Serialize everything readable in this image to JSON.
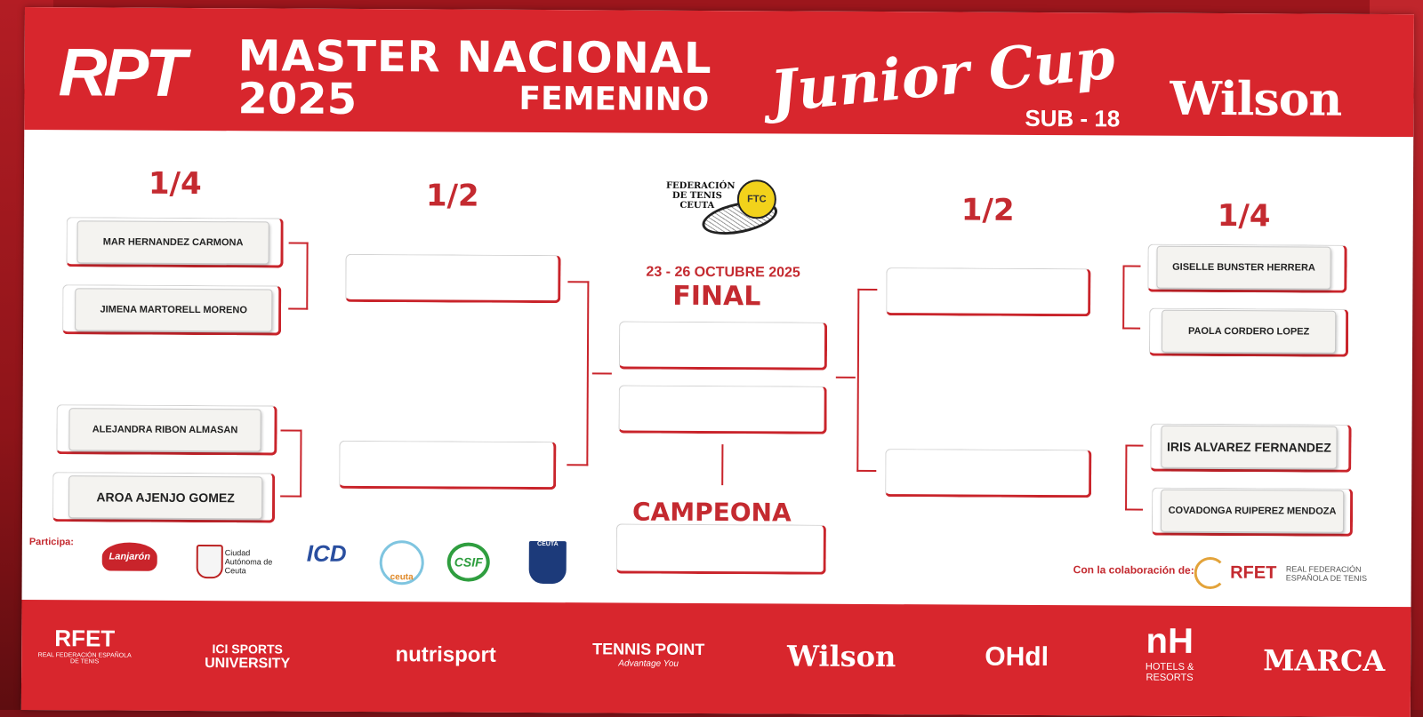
{
  "header": {
    "organizer_logo": "RPT",
    "title_line1": "MASTER NACIONAL",
    "title_year": "2025",
    "title_line2": "FEMENINO",
    "cup_name": "Junior Cup",
    "category": "SUB - 18",
    "sponsor": "Wilson"
  },
  "bracket": {
    "left_quarter_label": "1/4",
    "left_semi_label": "1/2",
    "right_semi_label": "1/2",
    "right_quarter_label": "1/4",
    "left_quarter_players": [
      "MAR HERNANDEZ CARMONA",
      "JIMENA MARTORELL MORENO",
      "ALEJANDRA RIBON ALMASAN",
      "AROA AJENJO GOMEZ"
    ],
    "right_quarter_players": [
      "GISELLE BUNSTER HERRERA",
      "PAOLA CORDERO LOPEZ",
      "IRIS ALVAREZ FERNANDEZ",
      "COVADONGA RUIPEREZ MENDOZA"
    ],
    "dates": "23 - 26  OCTUBRE 2025",
    "final_label": "FINAL",
    "champion_label": "CAMPEONA"
  },
  "federation": {
    "text": "FEDERACIÓN DE TENIS CEUTA",
    "badge": "FTC"
  },
  "participants": {
    "label": "Participa:",
    "logos": [
      "Lanjarón",
      "Ciudad Autónoma de Ceuta",
      "ICD",
      "ceuta",
      "CSIF",
      "CEUTA"
    ]
  },
  "collaboration": {
    "label": "Con la colaboración de:",
    "logo": "RFET",
    "logo_sub": "REAL FEDERACIÓN ESPAÑOLA DE TENIS"
  },
  "footer_sponsors": [
    {
      "name": "RFET",
      "sub": "REAL FEDERACIÓN ESPAÑOLA DE TENIS"
    },
    {
      "name": "ICI SPORTS",
      "sub": "UNIVERSITY"
    },
    {
      "name": "nutrisport",
      "sub": ""
    },
    {
      "name": "TENNIS POINT",
      "sub": "Advantage You"
    },
    {
      "name": "Wilson",
      "sub": ""
    },
    {
      "name": "OHdl",
      "sub": ""
    },
    {
      "name": "nH",
      "sub": "HOTELS & RESORTS"
    },
    {
      "name": "MARCA",
      "sub": ""
    }
  ],
  "colors": {
    "brand_red": "#d8262d",
    "bracket_red": "#c9242b",
    "board_white": "#ffffff"
  }
}
